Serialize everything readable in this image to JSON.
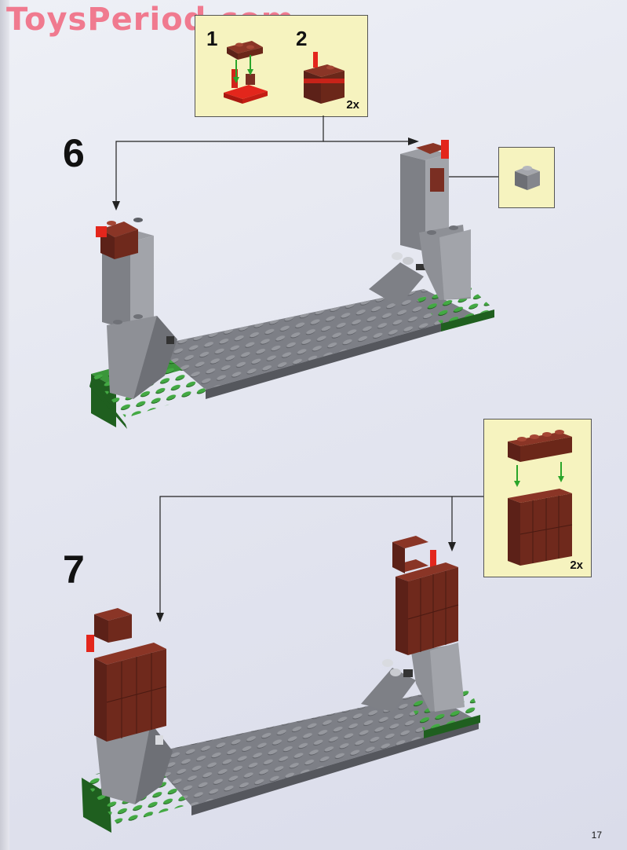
{
  "watermark": "ToysPeriod.com",
  "page_number": "17",
  "steps": [
    {
      "number": "6",
      "callout": {
        "sub1": "1",
        "sub2": "2",
        "multiplier": "2x"
      }
    },
    {
      "number": "7",
      "callout": {
        "multiplier": "2x"
      }
    }
  ],
  "colors": {
    "base_plate": "#7d7f86",
    "green": "#2f8a2f",
    "stone": "#8e9096",
    "dark_red": "#7a2e22",
    "bright_red": "#e3261c",
    "callout_bg": "#f6f3bf",
    "arrow_green": "#2aa52a"
  }
}
